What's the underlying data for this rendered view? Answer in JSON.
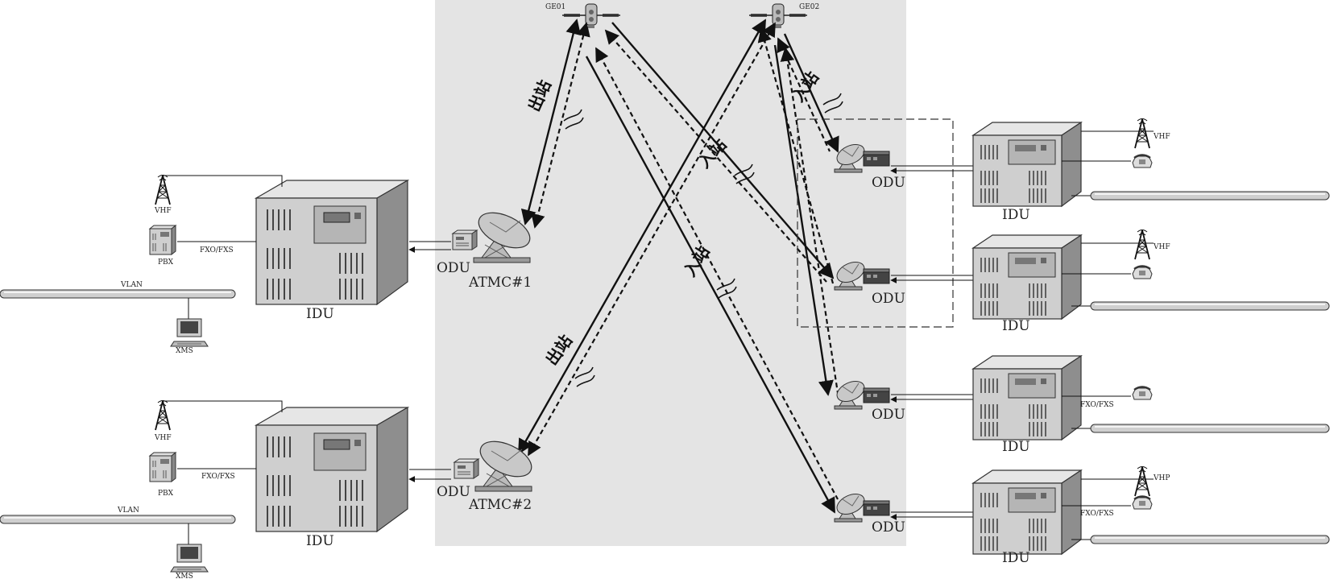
{
  "satellites": {
    "ge01": "GE01",
    "ge02": "GE02"
  },
  "hub_labels": {
    "atmc1": "ATMC#1",
    "atmc2": "ATMC#2"
  },
  "common": {
    "idu": "IDU",
    "odu": "ODU",
    "vhf": "VHF",
    "vhp": "VHP",
    "pbx": "PBX",
    "fxo_fxs": "FXO/FXS",
    "vlan": "VLAN",
    "xms": "XMS"
  },
  "link_labels": {
    "outbound": "出站",
    "inbound": "入站"
  },
  "colors": {
    "shade": "#e4e4e4",
    "line": "#111111",
    "box_side": "#8e8e8e",
    "box_front": "#cfcfcf",
    "box_top": "#e6e6e6"
  }
}
